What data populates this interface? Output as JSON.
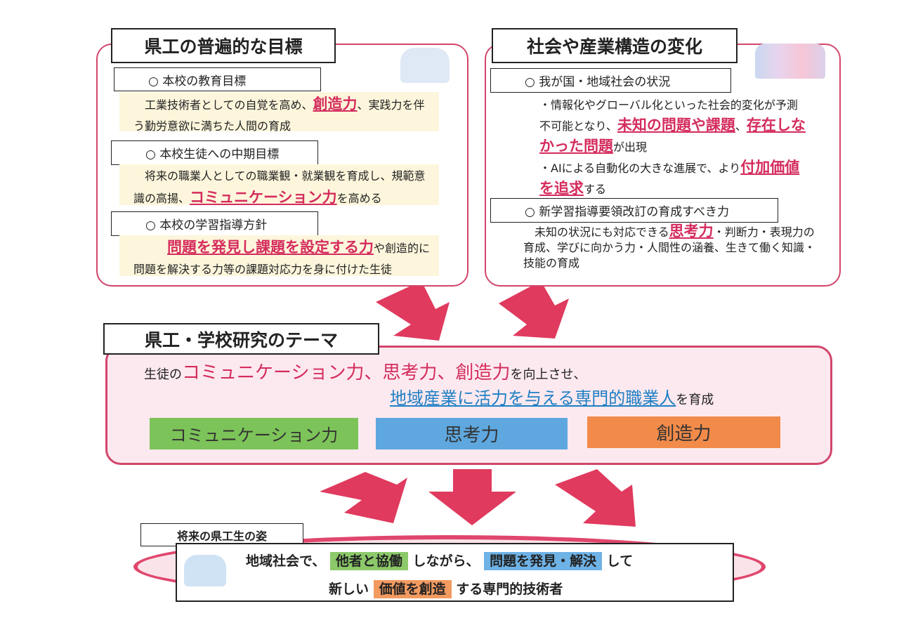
{
  "left_panel": {
    "title": "県工の普遍的な目標",
    "sections": [
      {
        "heading": "○ 本校の教育目標",
        "pre": "工業技術者としての自覚を高め、",
        "highlight": "創造力",
        "post": "、実践力を伴う勤労意欲に満ちた人間の育成"
      },
      {
        "heading": "○ 本校生徒への中期目標",
        "pre": "将来の職業人としての職業観・就業観を育成し、規範意識の高揚、",
        "highlight": "コミュニケーション力",
        "post": "を高める"
      },
      {
        "heading": "○ 本校の学習指導方針",
        "pre": "",
        "highlight": "問題を発見し課題を設定する力",
        "post": "や創造的に問題を解決する力等の課題対応力を身に付けた生徒"
      }
    ]
  },
  "right_panel": {
    "title": "社会や産業構造の変化",
    "section1": {
      "heading": "○ 我が国・地域社会の状況",
      "b1_pre": "・情報化やグローバル化といった社会的変化が予測不可能となり、",
      "b1_hl1": "未知の問題や課題",
      "b1_mid": "、",
      "b1_hl2": "存在しなかった問題",
      "b1_post": "が出現",
      "b2_pre": "・AIによる自動化の大きな進展で、より",
      "b2_hl": "付加価値を追求",
      "b2_post": "する"
    },
    "section2": {
      "heading": "○ 新学習指導要領改訂の育成すべき力",
      "pre": "未知の状況にも対応できる",
      "highlight": "思考力",
      "post": "・判断力・表現力の育成、学びに向かう力・人間性の涵養、生きて働く知識・技能の育成"
    }
  },
  "theme": {
    "title": "県工・学校研究のテーマ",
    "l1_pre": "生徒の",
    "l1_hl": "コミュニケーション力、思考力、創造力",
    "l1_post": "を向上させ、",
    "l2_hl": "地域産業に活力を与える専門的職業人",
    "l2_post": "を育成",
    "boxes": [
      "コミュニケーション力",
      "思考力",
      "創造力"
    ]
  },
  "future": {
    "label": "将来の県工生の姿",
    "l1_a": "地域社会で、",
    "l1_tag1": "他者と協働",
    "l1_b": "しながら、",
    "l1_tag2": "問題を発見・解決",
    "l1_c": "して",
    "l2_a": "新しい",
    "l2_tag": "価値を創造",
    "l2_b": "する専門的技術者"
  },
  "colors": {
    "accent": "#d2466c",
    "green": "#7cc35a",
    "blue": "#5fa8df",
    "orange": "#f28a4a"
  }
}
